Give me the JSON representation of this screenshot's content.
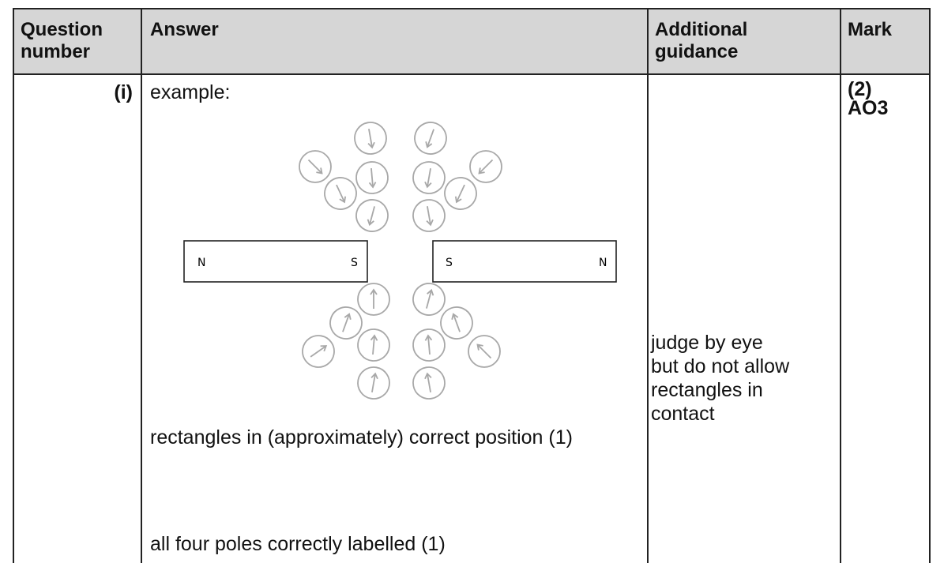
{
  "table": {
    "headers": {
      "question_number": "Question number",
      "answer": "Answer",
      "additional_guidance": "Additional guidance",
      "mark": "Mark"
    },
    "row": {
      "question": "(i)",
      "answer_intro": "example:",
      "diagram": {
        "magnet_left": {
          "left_pole": "N",
          "right_pole": "S"
        },
        "magnet_right": {
          "left_pole": "S",
          "right_pole": "N"
        },
        "compass_icon": "compass-needle-icon",
        "line_color": "#a8a8a8"
      },
      "criterion_1": "rectangles in (approximately) correct position (1)",
      "criterion_2": "all four poles correctly labelled (1)",
      "guidance": "judge by eye but do not allow rectangles in contact",
      "mark": "(2)",
      "assessment_objective": "AO3"
    }
  }
}
